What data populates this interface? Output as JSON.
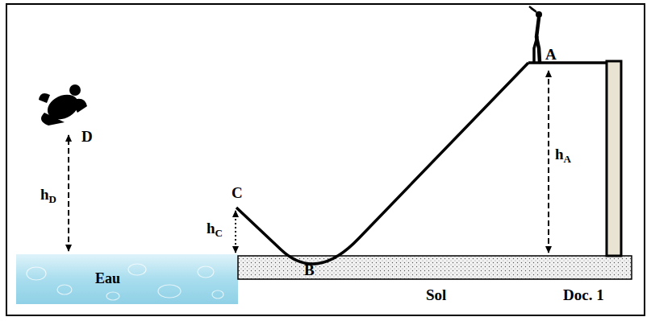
{
  "diagram": {
    "labels": [
      "A",
      "hA",
      "B",
      "C",
      "hC",
      "D",
      "hD",
      "Eau",
      "Sol",
      "Doc. 1"
    ]
  }
}
